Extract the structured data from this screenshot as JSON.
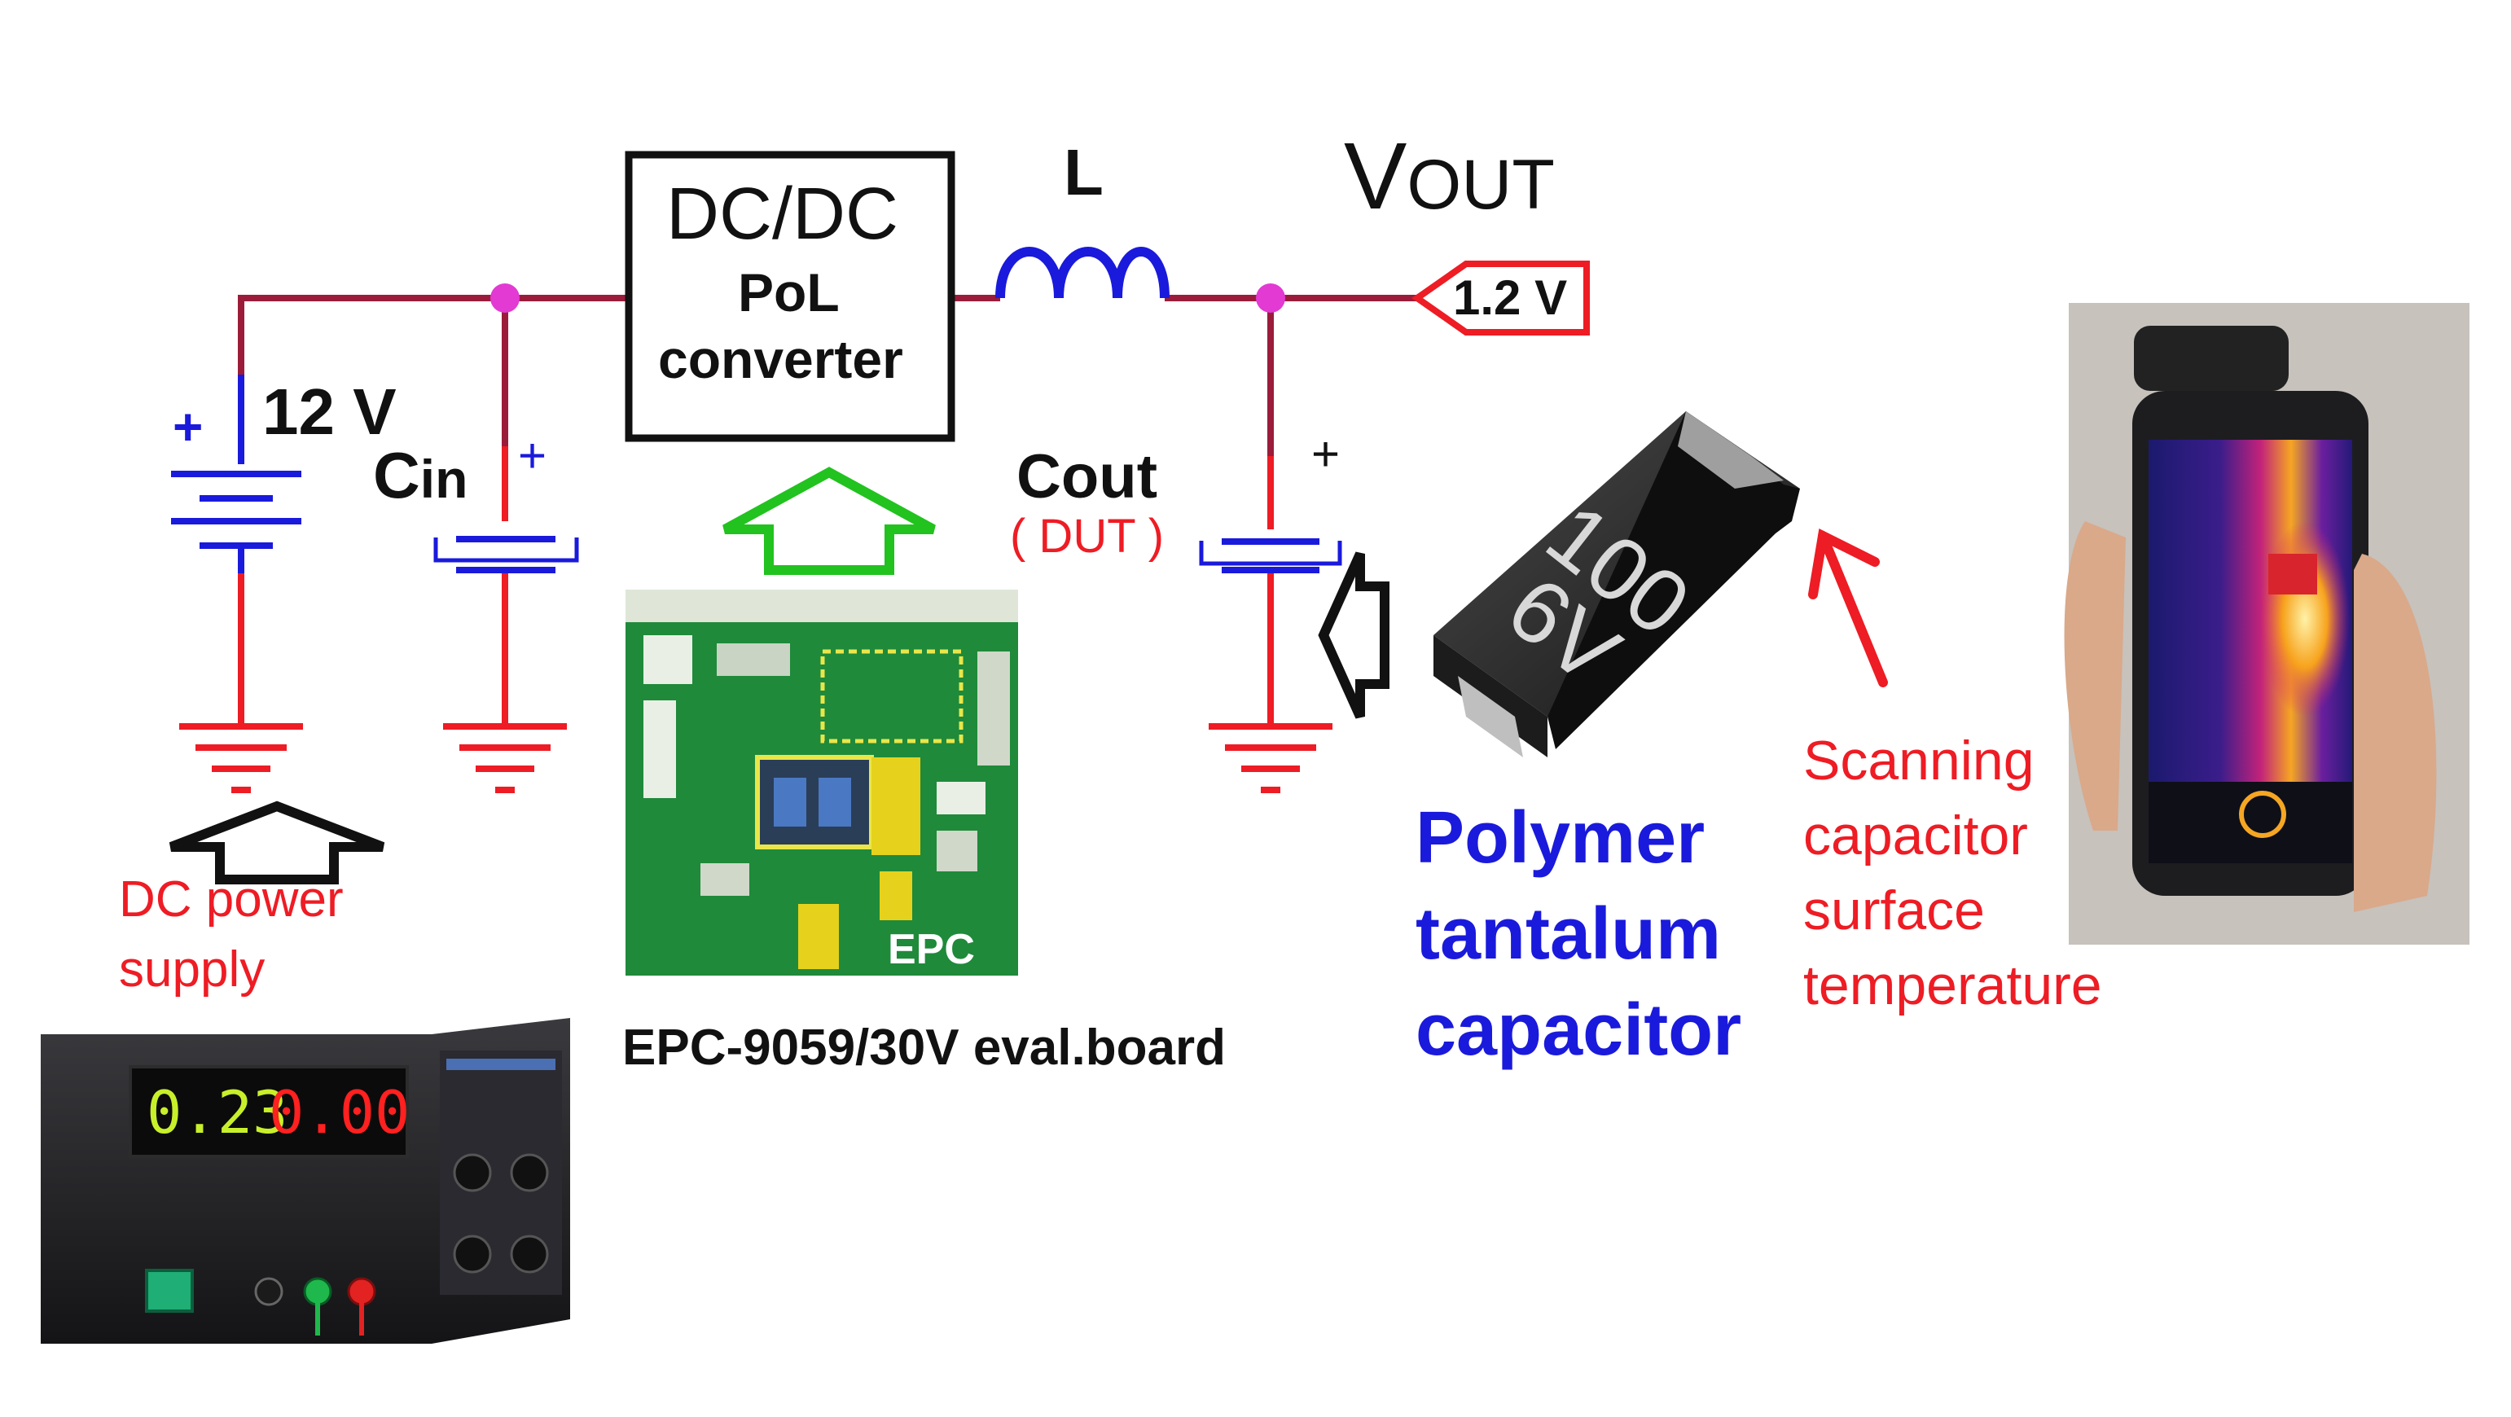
{
  "converter": {
    "line1": "DC/DC",
    "line2": "PoL",
    "line3": "converter"
  },
  "inductor": {
    "label": "L"
  },
  "vout": {
    "label_main": "V",
    "label_sub": "OUT",
    "value": "1.2 V"
  },
  "source": {
    "voltage": "12 V",
    "plus": "+"
  },
  "cin": {
    "label_main": "C",
    "label_sub": "in",
    "plus": "+"
  },
  "cout": {
    "label": "Cout",
    "note": "( DUT )",
    "plus": "+"
  },
  "power_supply": {
    "caption_line1": "DC power",
    "caption_line2": "supply",
    "display_left": "0.23",
    "display_right": "0.00"
  },
  "eval_board": {
    "caption": "EPC-9059/30V eval.board",
    "silkscreen": "EPC"
  },
  "capacitor": {
    "marking_line1": "100",
    "marking_line2": "6V",
    "caption_line1": "Polymer",
    "caption_line2": "tantalum",
    "caption_line3": "capacitor"
  },
  "scanning": {
    "line1": "Scanning",
    "line2": "capacitor",
    "line3": "surface",
    "line4": "temperature"
  },
  "colors": {
    "wire": "#9b1c3a",
    "node": "#e23ad2",
    "ground": "#ee1c24",
    "cap_blue": "#1a1adc",
    "arrow_green": "#22c21f",
    "caption_red": "#ee1c24",
    "caption_blue": "#1a1adc",
    "board_green": "#1f8a3a"
  }
}
